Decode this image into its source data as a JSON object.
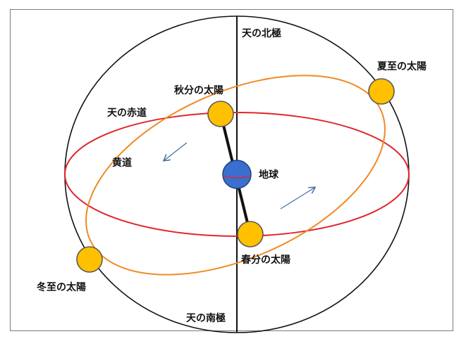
{
  "labels": {
    "north_pole": "天の北極",
    "south_pole": "天の南極",
    "celestial_equator": "天の赤道",
    "ecliptic": "黄道",
    "earth": "地球",
    "sun_summer_solstice": "夏至の太陽",
    "sun_winter_solstice": "冬至の太陽",
    "sun_autumn_equinox": "秋分の太陽",
    "sun_spring_equinox": "春分の太陽"
  },
  "colors": {
    "sphere_outline": "#111111",
    "equator": "#e0262b",
    "ecliptic": "#f08a24",
    "sun_fill": "#ffc000",
    "sun_stroke": "#5a5a5a",
    "earth_fill": "#3a6fd0",
    "earth_stroke": "#1f3f7a",
    "axis": "#111111",
    "motion_arrows": "#4a6fa8"
  },
  "icons": {
    "sun": "sun-circle-icon",
    "earth": "earth-globe-icon",
    "motion_arrow": "arrow-icon"
  }
}
